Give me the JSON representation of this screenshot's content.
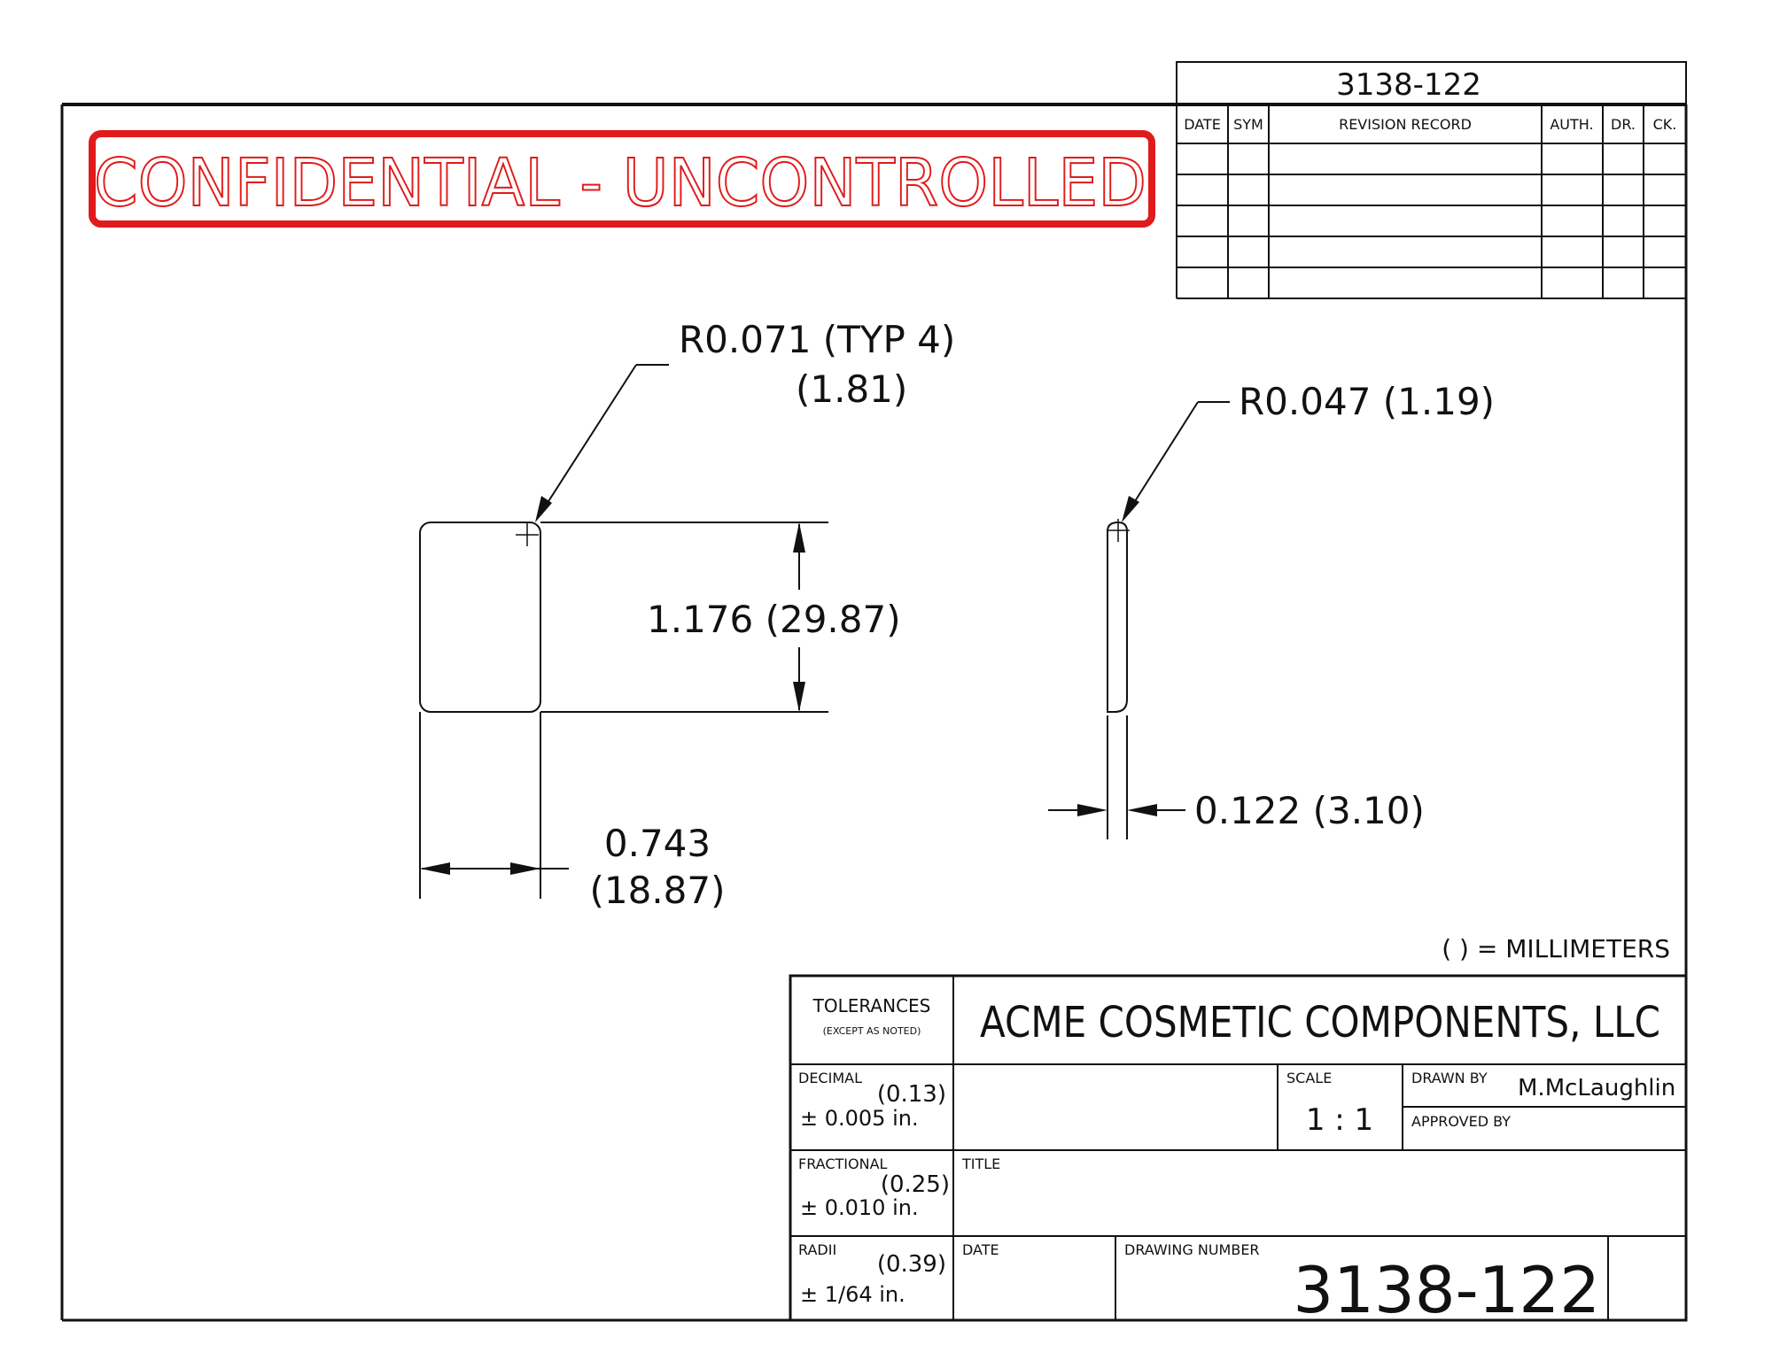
{
  "document": {
    "watermark": "CONFIDENTIAL - UNCONTROLLED",
    "drawing_number_top": "3138-122",
    "units_note": "( ) = MILLIMETERS"
  },
  "revision_block": {
    "headers": [
      "DATE",
      "SYM",
      "REVISION RECORD",
      "AUTH.",
      "DR.",
      "CK."
    ],
    "rows": 5
  },
  "dimensions": {
    "radius_a_line1": "R0.071 (TYP 4)",
    "radius_a_line2": "(1.81)",
    "radius_b": "R0.047 (1.19)",
    "height": "1.176 (29.87)",
    "width_line1": "0.743",
    "width_line2": "(18.87)",
    "thickness": "0.122 (3.10)"
  },
  "title_block": {
    "tolerances_label": "TOLERANCES",
    "tolerances_sub": "(EXCEPT AS NOTED)",
    "company": "ACME COSMETIC COMPONENTS, LLC",
    "decimal_label": "DECIMAL",
    "decimal_mm": "(0.13)",
    "decimal_value": "± 0.005 in.",
    "fractional_label": "FRACTIONAL",
    "fractional_mm": "(0.25)",
    "fractional_value": "± 0.010 in.",
    "radii_label": "RADII",
    "radii_mm": "(0.39)",
    "radii_value": "± 1/64 in.",
    "scale_label": "SCALE",
    "scale_value": "1 : 1",
    "drawn_by_label": "DRAWN BY",
    "drawn_by_value": "M.McLaughlin",
    "approved_by_label": "APPROVED BY",
    "title_label": "TITLE",
    "date_label": "DATE",
    "drawing_number_label": "DRAWING NUMBER",
    "drawing_number": "3138-122"
  }
}
